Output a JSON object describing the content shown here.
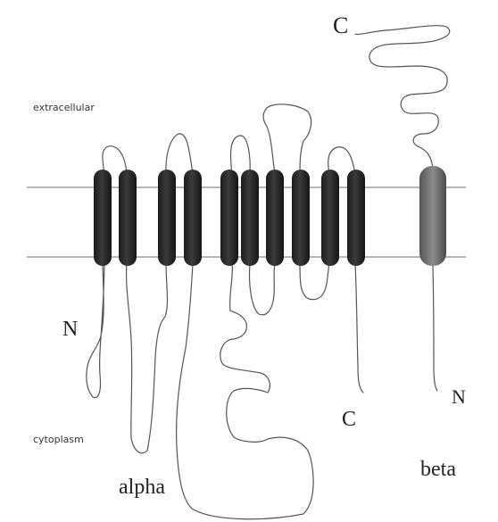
{
  "labels": {
    "extracellular": "extracellular",
    "cytoplasm": "cytoplasm",
    "alpha": "alpha",
    "beta": "beta",
    "alpha_n_terminus": "N",
    "alpha_c_terminus": "C",
    "beta_n_terminus": "N",
    "beta_c_terminus": "C"
  },
  "alpha_subunit": {
    "transmembrane_segments": 10,
    "segment_color": "#2a2a2a"
  },
  "beta_subunit": {
    "transmembrane_segments": 1,
    "segment_color": "#6e6e6e"
  },
  "colors": {
    "membrane_line": "#8a8a8a",
    "chain": "#555555",
    "background": "#ffffff"
  }
}
